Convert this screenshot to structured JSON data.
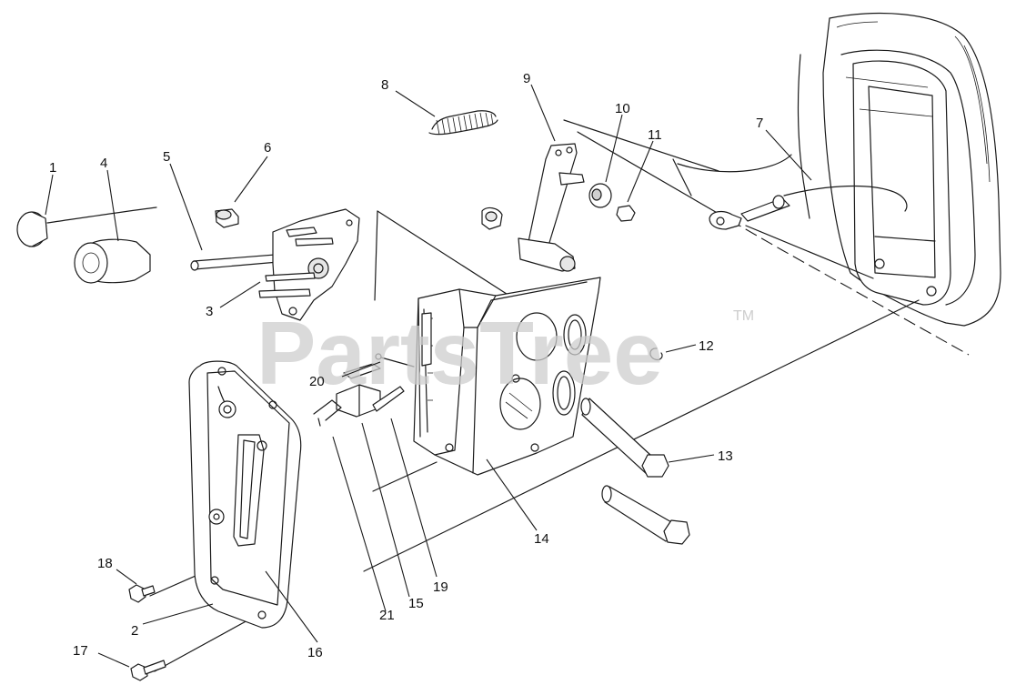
{
  "watermark": {
    "text": "PartsTree",
    "tm": "TM"
  },
  "callouts": [
    {
      "id": "c1",
      "label": "1"
    },
    {
      "id": "c2",
      "label": "2"
    },
    {
      "id": "c3",
      "label": "3"
    },
    {
      "id": "c4",
      "label": "4"
    },
    {
      "id": "c5",
      "label": "5"
    },
    {
      "id": "c6",
      "label": "6"
    },
    {
      "id": "c7",
      "label": "7"
    },
    {
      "id": "c8",
      "label": "8"
    },
    {
      "id": "c9",
      "label": "9"
    },
    {
      "id": "c10",
      "label": "10"
    },
    {
      "id": "c11",
      "label": "11"
    },
    {
      "id": "c12",
      "label": "12"
    },
    {
      "id": "c13",
      "label": "13"
    },
    {
      "id": "c14",
      "label": "14"
    },
    {
      "id": "c15",
      "label": "15"
    },
    {
      "id": "c16",
      "label": "16"
    },
    {
      "id": "c17",
      "label": "17"
    },
    {
      "id": "c18",
      "label": "18"
    },
    {
      "id": "c19",
      "label": "19"
    },
    {
      "id": "c20",
      "label": "20"
    },
    {
      "id": "c21",
      "label": "21"
    }
  ]
}
